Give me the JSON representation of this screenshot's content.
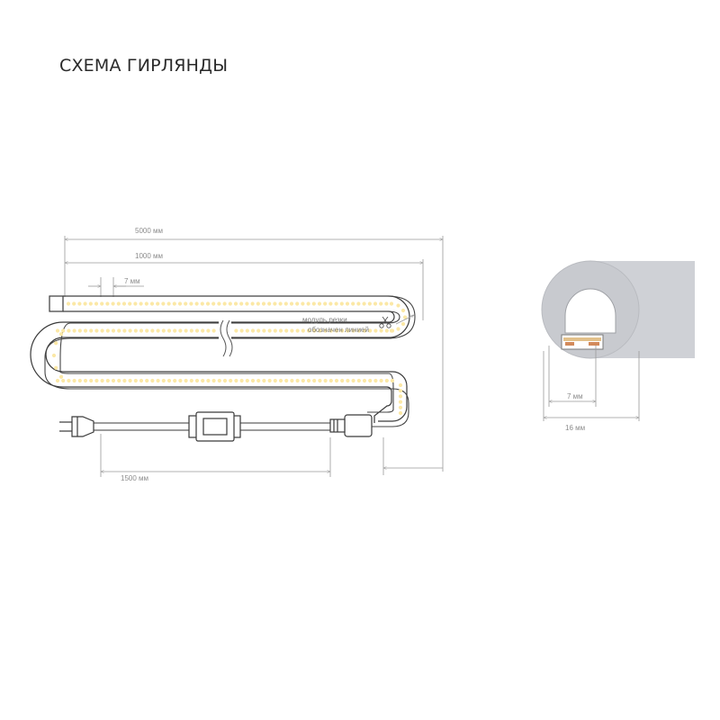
{
  "title": "СХЕМА ГИРЛЯНДЫ",
  "dimensions": {
    "total_length": "5000 мм",
    "module_length": "1000 мм",
    "led_pitch": "7 мм",
    "cable_length": "1500 мм",
    "inner_width": "7 мм",
    "outer_width": "16 мм"
  },
  "cut_note": {
    "line1": "модуль резки",
    "line2": "обозначен линией"
  },
  "colors": {
    "led": "#fbe8a6",
    "tube_outline": "#555555",
    "profile_body": "#cfd1d6",
    "dimension_line": "#9a9a9a"
  },
  "icons": [
    "scissors-icon",
    "plug-icon",
    "power-adapter-icon",
    "connector-icon",
    "break-mark-icon"
  ]
}
